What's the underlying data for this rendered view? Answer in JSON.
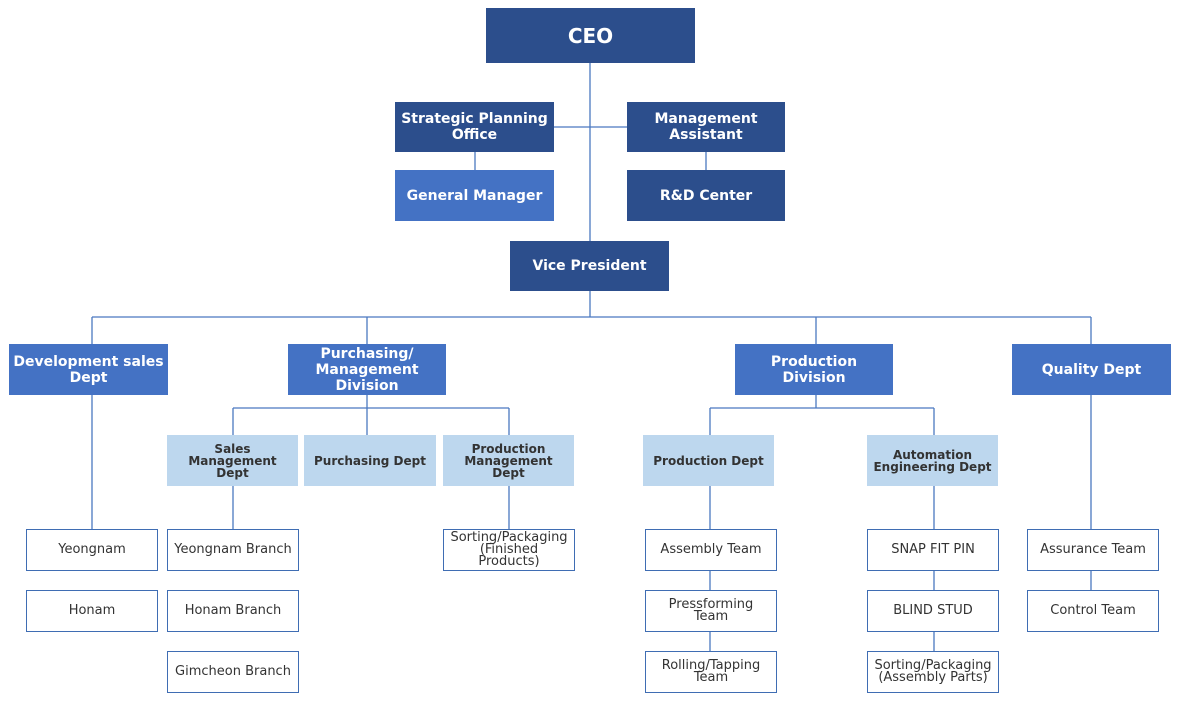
{
  "org": {
    "ceo": "CEO",
    "strategic_planning": "Strategic Planning Office",
    "management_assistant": "Management Assistant",
    "general_manager": "General Manager",
    "rd_center": "R&D Center",
    "vice_president": "Vice President",
    "development_sales": "Development sales Dept",
    "purchasing_management": "Purchasing/ Management Division",
    "production_division": "Production Division",
    "quality_dept": "Quality Dept",
    "sales_management_dept": "Sales Management Dept",
    "purchasing_dept": "Purchasing Dept",
    "production_management_dept": "Production Management Dept",
    "production_dept": "Production Dept",
    "automation_engineering_dept": "Automation Engineering Dept",
    "yeongnam": "Yeongnam",
    "honam": "Honam",
    "yeongnam_branch": "Yeongnam Branch",
    "honam_branch": "Honam Branch",
    "gimcheon_branch": "Gimcheon Branch",
    "sorting_finished": "Sorting/Packaging (Finished Products)",
    "assembly_team": "Assembly Team",
    "pressforming_team": "Pressforming Team",
    "rolling_tapping_team": "Rolling/Tapping Team",
    "snap_fit_pin": "SNAP FIT PIN",
    "blind_stud": "BLIND STUD",
    "sorting_assembly": "Sorting/Packaging (Assembly Parts)",
    "assurance_team": "Assurance Team",
    "control_team": "Control Team"
  },
  "colors": {
    "dark_blue": "#2c4e8c",
    "mid_blue": "#4472c4",
    "light_blue": "#bdd7ee",
    "connector": "#4a78c0"
  }
}
